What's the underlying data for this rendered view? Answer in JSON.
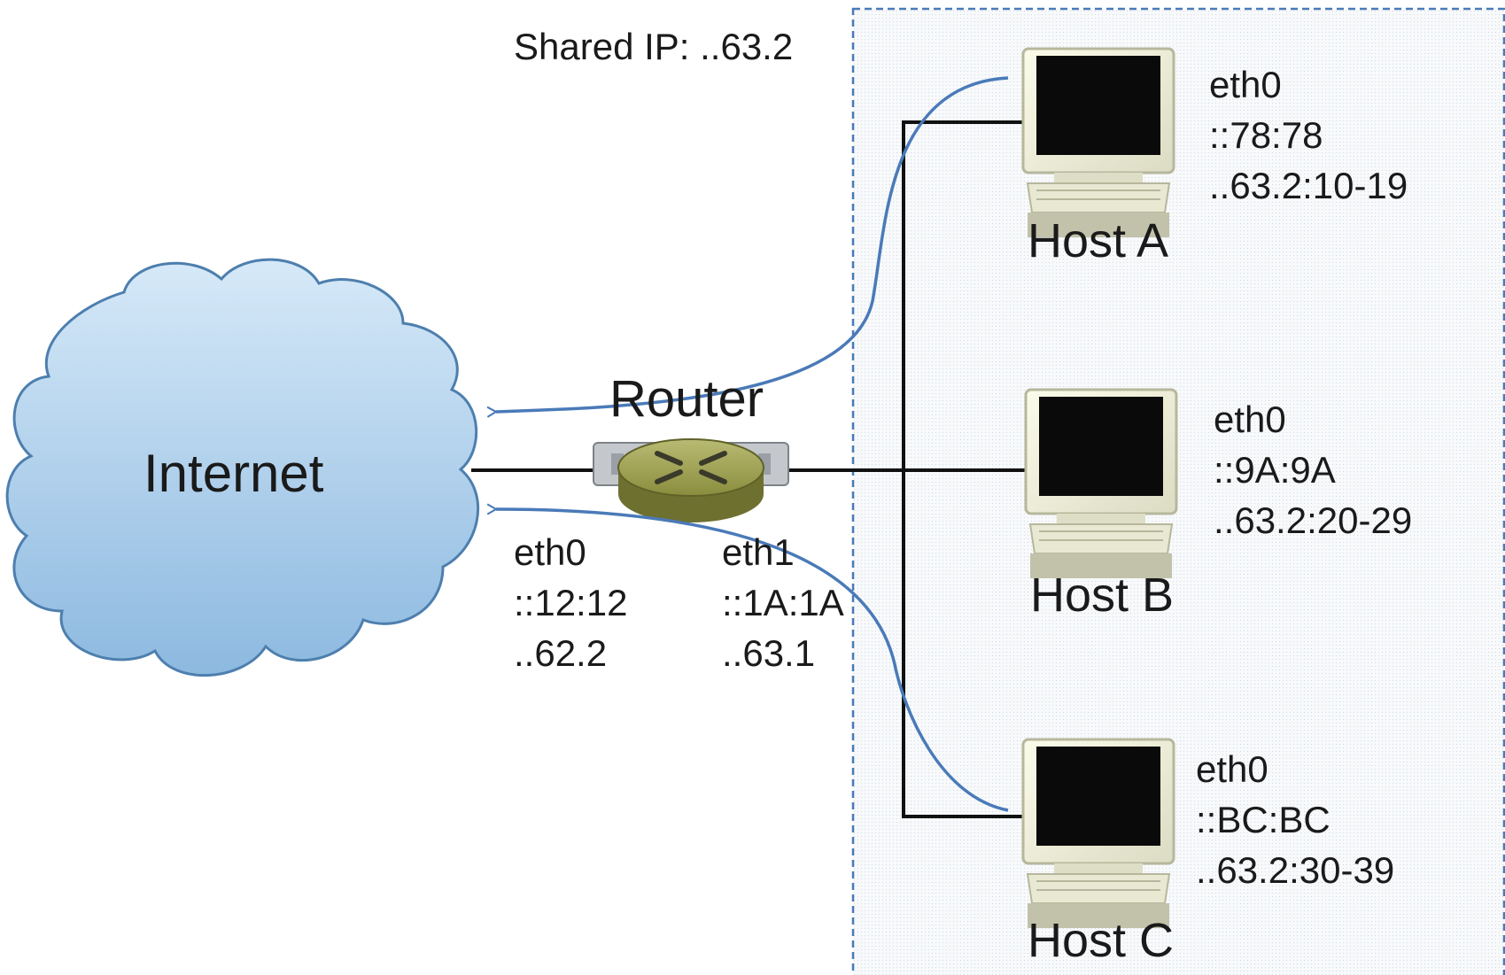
{
  "shared_ip_label": "Shared IP: ..63.2",
  "internet": {
    "label": "Internet",
    "icon": "cloud-icon"
  },
  "router": {
    "label": "Router",
    "icon": "router-icon",
    "interfaces": [
      {
        "name": "eth0",
        "mac": "::12:12",
        "ip": "..62.2"
      },
      {
        "name": "eth1",
        "mac": "::1A:1A",
        "ip": "..63.1"
      }
    ]
  },
  "hosts": [
    {
      "name": "Host A",
      "interface": {
        "name": "eth0",
        "mac": "::78:78",
        "ip": "..63.2:10-19"
      }
    },
    {
      "name": "Host B",
      "interface": {
        "name": "eth0",
        "mac": "::9A:9A",
        "ip": "..63.2:20-29"
      }
    },
    {
      "name": "Host C",
      "interface": {
        "name": "eth0",
        "mac": "::BC:BC",
        "ip": "..63.2:30-39"
      }
    }
  ],
  "colors": {
    "flow_arrow": "#4a7ab8",
    "cloud_fill": "#a9cdea",
    "cloud_stroke": "#4d7fae",
    "lan_border": "#4a7ab8",
    "lan_fill": "#f3f6f9",
    "wire": "#111111",
    "router_body": "#8b8e3c"
  }
}
